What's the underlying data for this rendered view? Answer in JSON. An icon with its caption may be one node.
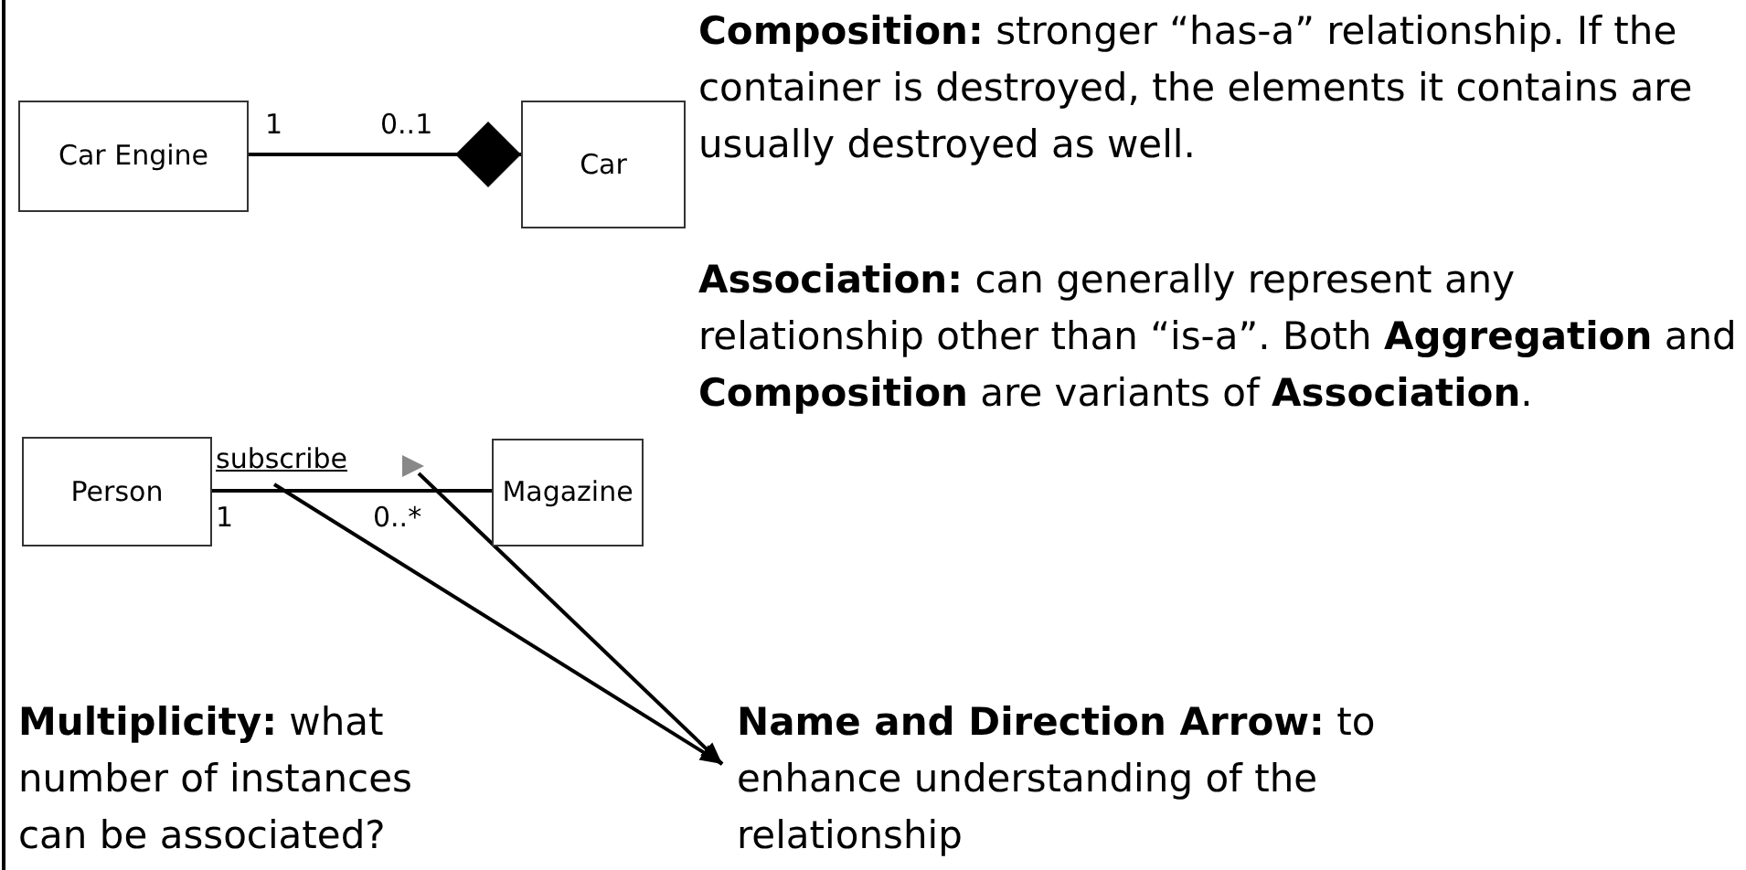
{
  "diagram": {
    "nodes": [
      {
        "text": [
          "Car Engine"
        ]
      },
      {
        "text": [
          "Car"
        ]
      },
      {
        "text": [
          "**Composition:** stronger “has-a” relationship. If the container is destroyed, the elements it contains are usually destroyed as well."
        ]
      },
      {
        "text": [
          "Person"
        ]
      },
      {
        "text": [
          "Magazine"
        ]
      },
      {
        "text": [
          "**Association:** can generally represent any relationship other than “is-a”. Both **Aggregation** and **Composition** are variants of **Association**."
        ]
      },
      {
        "text": [
          "**Multiplicity:** what number of instances can be associated?"
        ]
      },
      {
        "text": [
          "**Name and Direction Arrow:** to enhance understanding of the relationship"
        ]
      },
      {
        "text": [],
        "shape": "triangle"
      }
    ],
    "edges": [
      {
        "from": 0,
        "to": 1,
        "arrow": "other"
      },
      {
        "from": 3,
        "to": 4,
        "arrow": "none",
        "label": "subscribe"
      },
      {
        "from": null,
        "to": 7,
        "arrow": "to"
      },
      {
        "from": 8,
        "to": 7,
        "arrow": "to"
      }
    ],
    "labels": [
      "1",
      "0..1",
      "1",
      "0..*"
    ]
  }
}
